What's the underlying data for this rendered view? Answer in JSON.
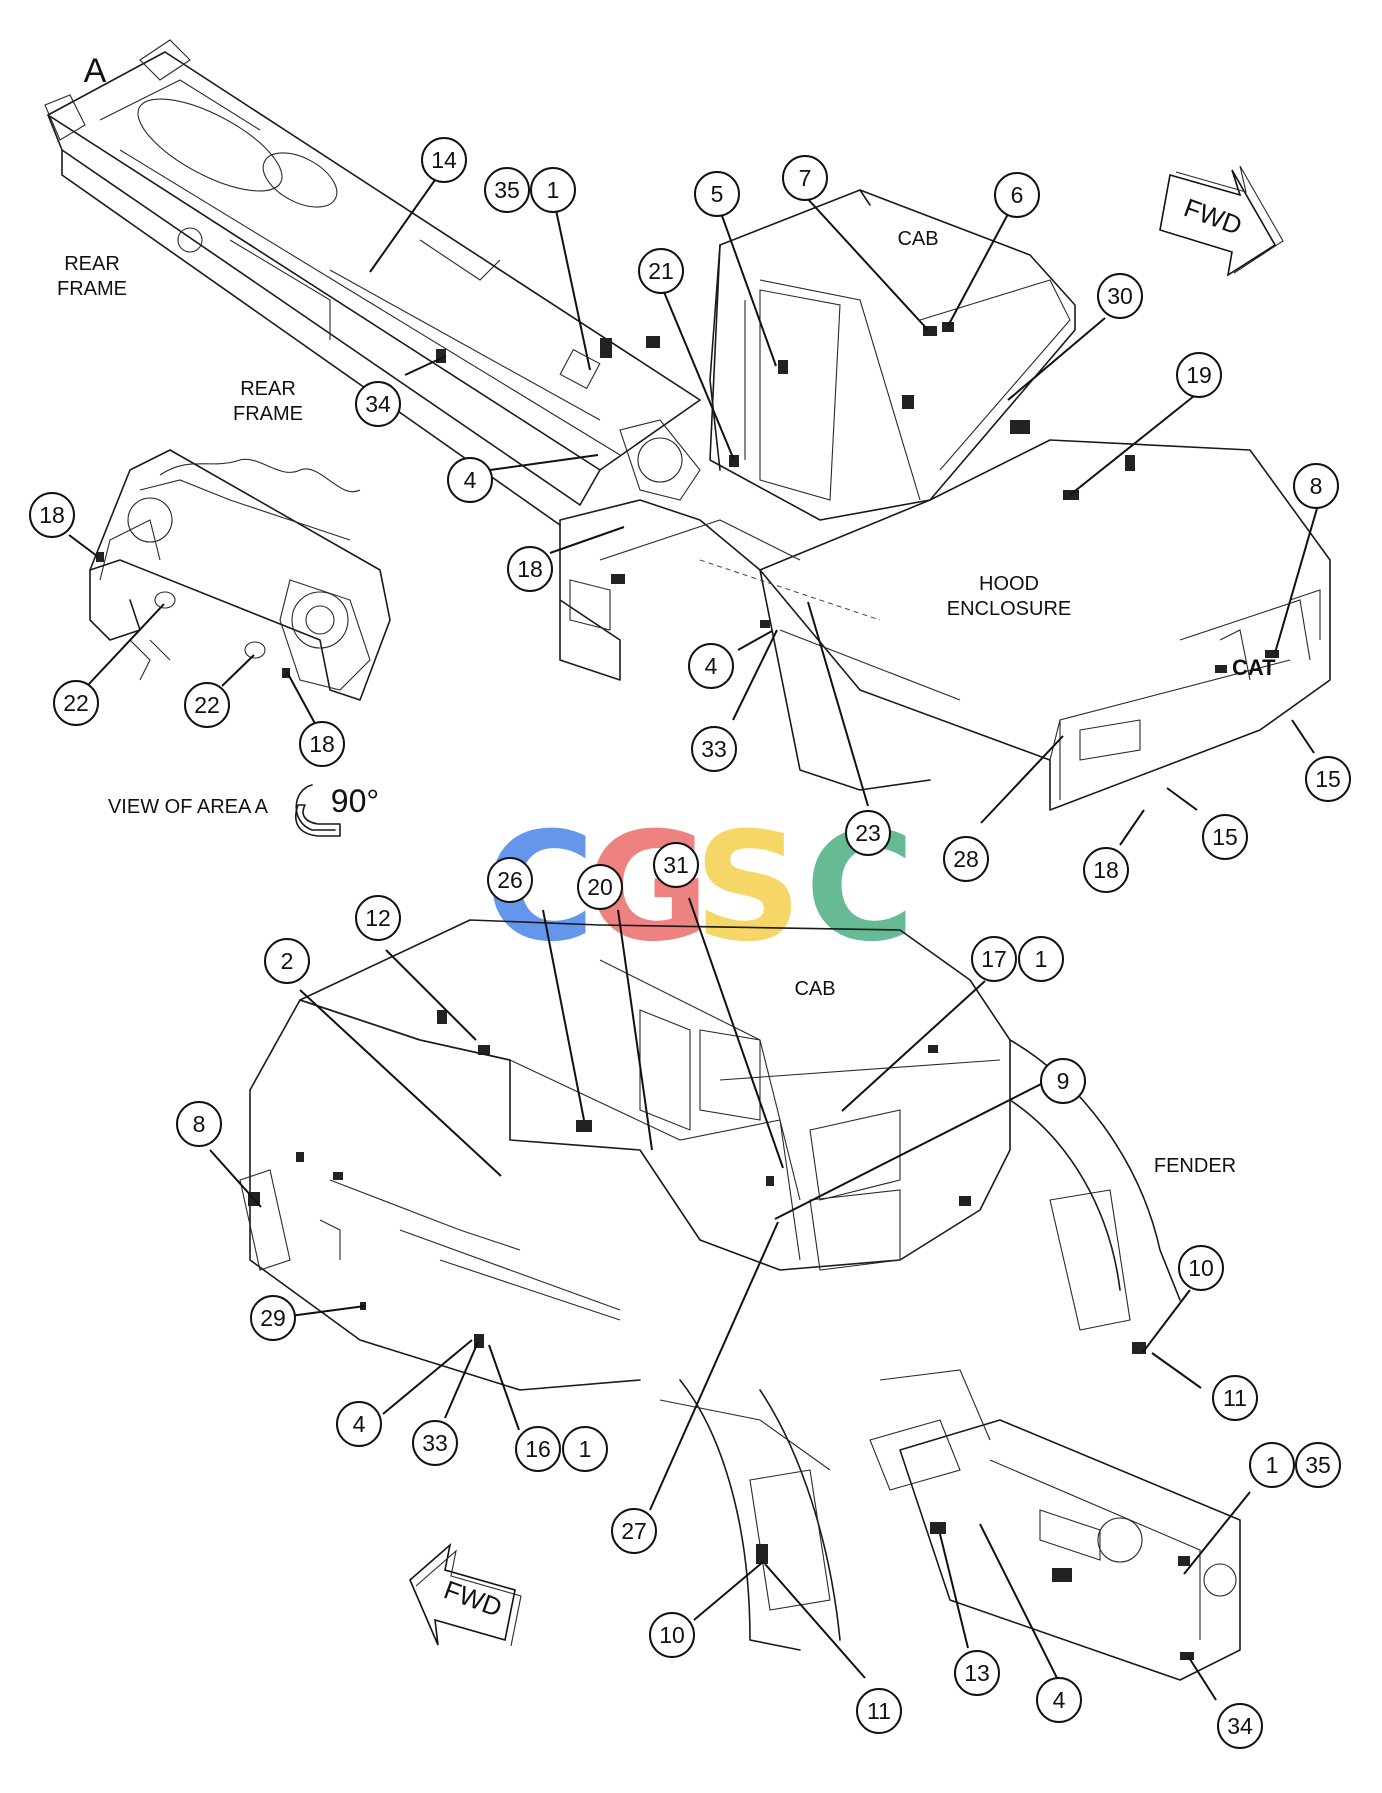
{
  "view_label": "A",
  "labels": {
    "rear_frame_top": [
      "REAR",
      "FRAME"
    ],
    "rear_frame_view": [
      "REAR",
      "FRAME"
    ],
    "cab_top": "CAB",
    "hood": [
      "HOOD",
      "ENCLOSURE"
    ],
    "view_of_area": "VIEW OF AREA A",
    "rotation": "90°",
    "cab_bottom": "CAB",
    "fender": "FENDER",
    "fwd_top": "FWD",
    "fwd_bottom": "FWD"
  },
  "watermark": {
    "letters": [
      "C",
      "G",
      "S",
      "C"
    ],
    "colors": [
      "#4a86e8",
      "#ea6d6a",
      "#f6cf4e",
      "#4caf82"
    ]
  },
  "callouts": {
    "c14": "14",
    "c35a": "35",
    "c1a": "1",
    "c5": "5",
    "c7": "7",
    "c6": "6",
    "c21": "21",
    "c30": "30",
    "c19": "19",
    "c34a": "34",
    "c4a": "4",
    "c18a": "18",
    "c8a": "8",
    "c18b": "18",
    "c22a": "22",
    "c22b": "22",
    "c18c": "18",
    "c4b": "4",
    "c33a": "33",
    "c15a": "15",
    "c15b": "15",
    "c23": "23",
    "c28": "28",
    "c18d": "18",
    "c26": "26",
    "c20": "20",
    "c31": "31",
    "c12": "12",
    "c2": "2",
    "c17": "17",
    "c1b": "1",
    "c9": "9",
    "c8b": "8",
    "c29": "29",
    "c10a": "10",
    "c11a": "11",
    "c4c": "4",
    "c33b": "33",
    "c16": "16",
    "c1c": "1",
    "c1d": "1",
    "c35b": "35",
    "c27": "27",
    "c10b": "10",
    "c11b": "11",
    "c13": "13",
    "c4d": "4",
    "c34b": "34"
  }
}
